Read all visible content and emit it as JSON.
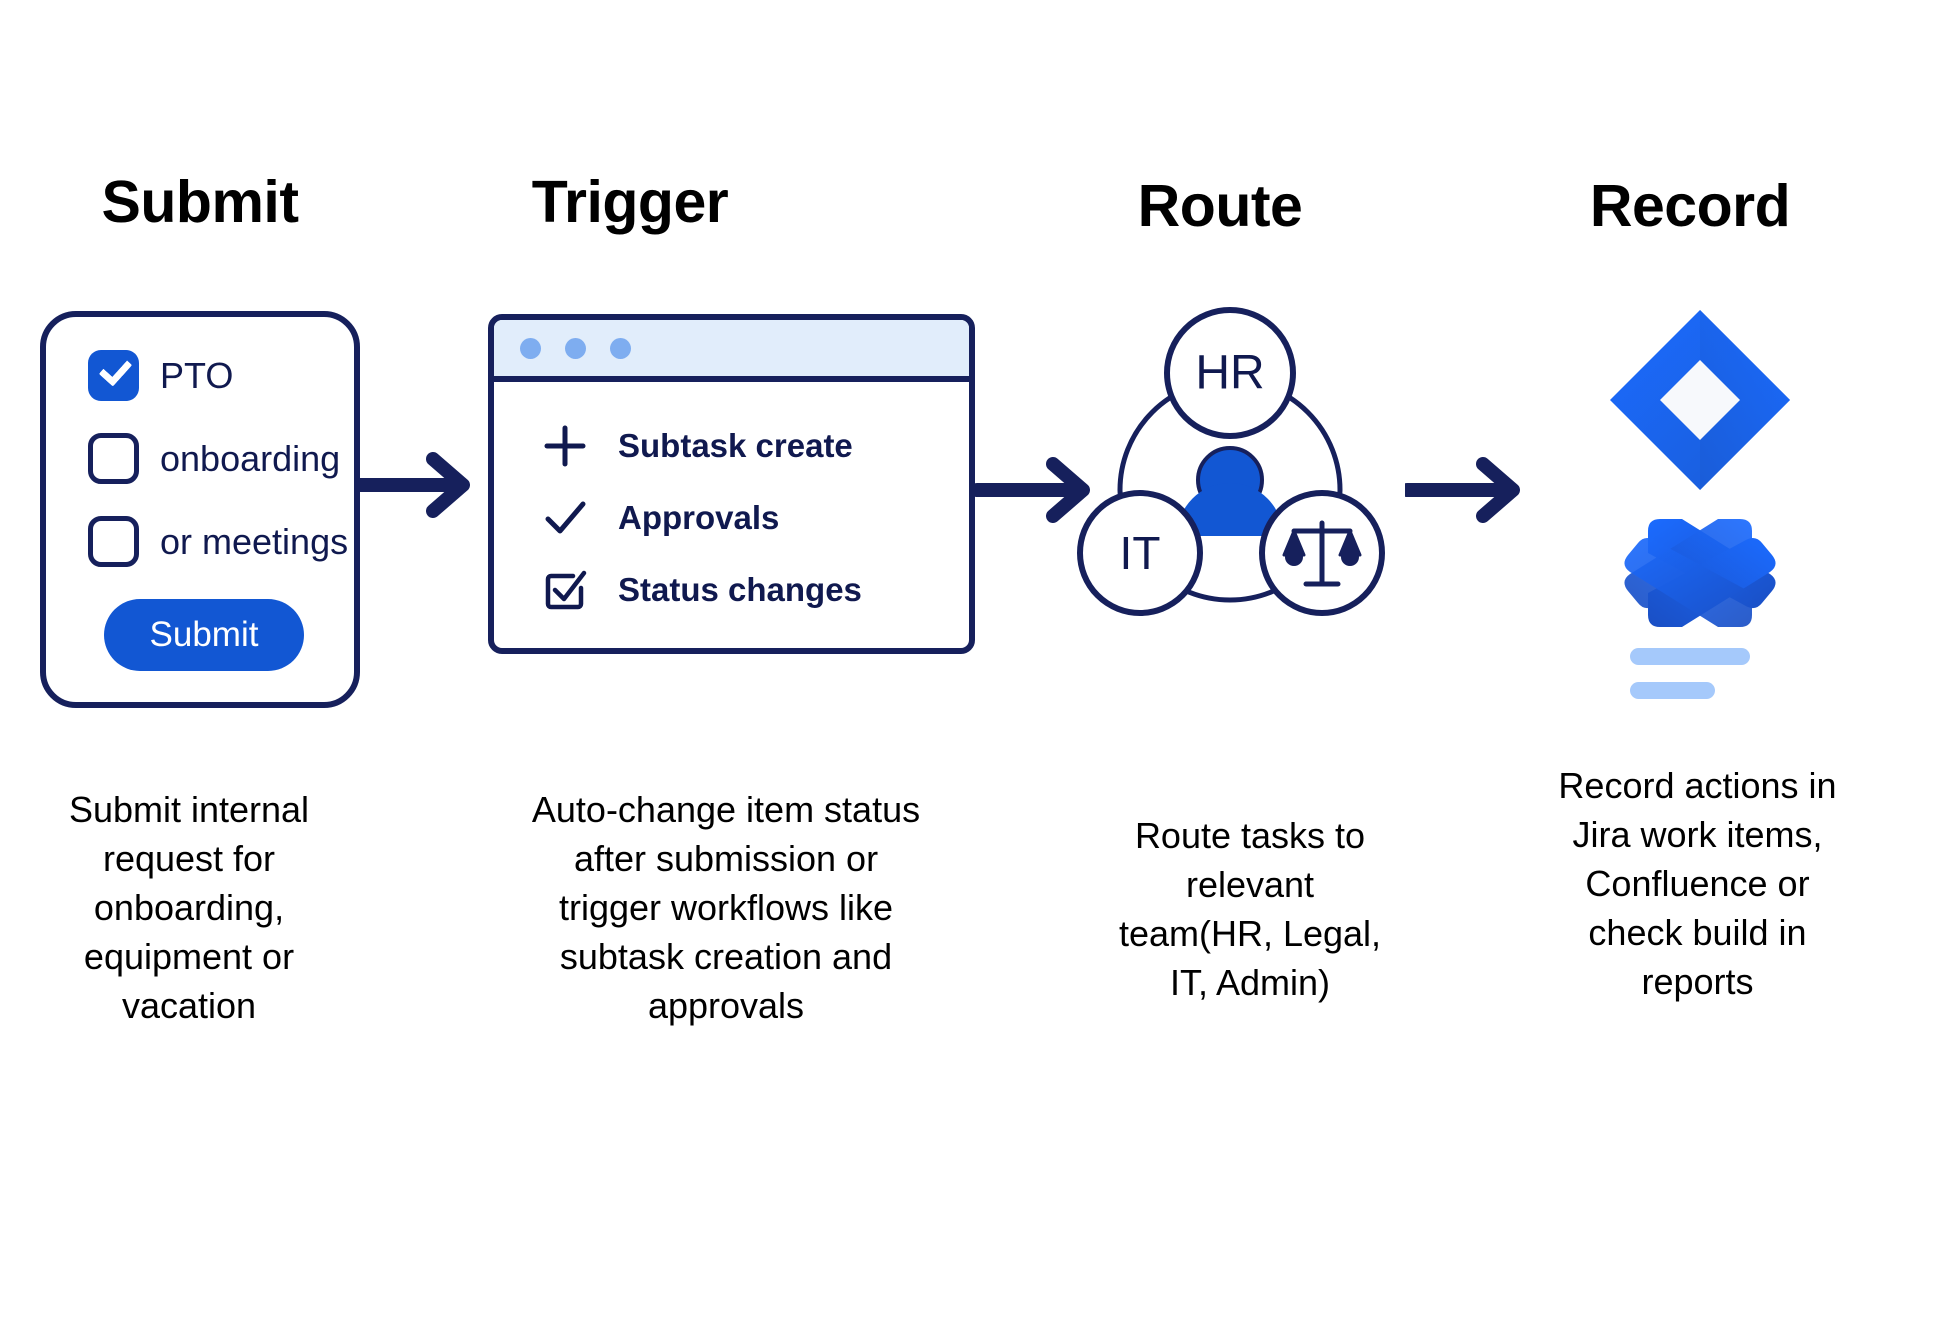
{
  "diagram": {
    "title": "Submit / Trigger / Route / Record workflow",
    "colors": {
      "navy": "#16205c",
      "navy_text": "#10194f",
      "brand_blue": "#1257d3",
      "light_blue_bar": "#e1edfb",
      "dot_blue": "#7eadf0",
      "jira_blue": "#1b6bff",
      "jira_blue_dark": "#1a5cd6",
      "confluence_light": "#a5c9fb",
      "black": "#000000"
    },
    "stages": [
      {
        "id": "submit",
        "title": "Submit",
        "caption": "Submit internal\nrequest for\nonboarding,\nequipment or\nvacation",
        "checkboxes": [
          {
            "label": "PTO",
            "checked": true
          },
          {
            "label": "onboarding",
            "checked": false
          },
          {
            "label": "or meetings",
            "checked": false
          }
        ],
        "button_label": "Submit"
      },
      {
        "id": "trigger",
        "title": "Trigger",
        "caption": "Auto-change item status\nafter submission or\ntrigger workflows like\nsubtask creation and\napprovals",
        "window_dots": 3,
        "items": [
          {
            "label": "Subtask create",
            "icon": "plus-icon"
          },
          {
            "label": "Approvals",
            "icon": "check-icon"
          },
          {
            "label": "Status changes",
            "icon": "checkbox-checked-icon"
          }
        ]
      },
      {
        "id": "route",
        "title": "Route",
        "caption": "Route tasks to\nrelevant\nteam(HR, Legal,\nIT, Admin)",
        "nodes": [
          {
            "label": "HR",
            "icon": "",
            "position": "top"
          },
          {
            "label": "IT",
            "icon": "",
            "position": "bottom-left"
          },
          {
            "label": "",
            "icon": "scales-icon",
            "position": "bottom-right"
          }
        ],
        "center_icon": "person-icon"
      },
      {
        "id": "record",
        "title": "Record",
        "caption": "Record actions in\nJira work items,\nConfluence or\ncheck build in\nreports",
        "logos": [
          {
            "name": "jira-logo"
          },
          {
            "name": "confluence-logo"
          },
          {
            "name": "report-lines"
          }
        ]
      }
    ],
    "arrows": [
      {
        "name": "arrow-submit-to-trigger"
      },
      {
        "name": "arrow-trigger-to-route"
      },
      {
        "name": "arrow-route-to-record"
      }
    ]
  }
}
